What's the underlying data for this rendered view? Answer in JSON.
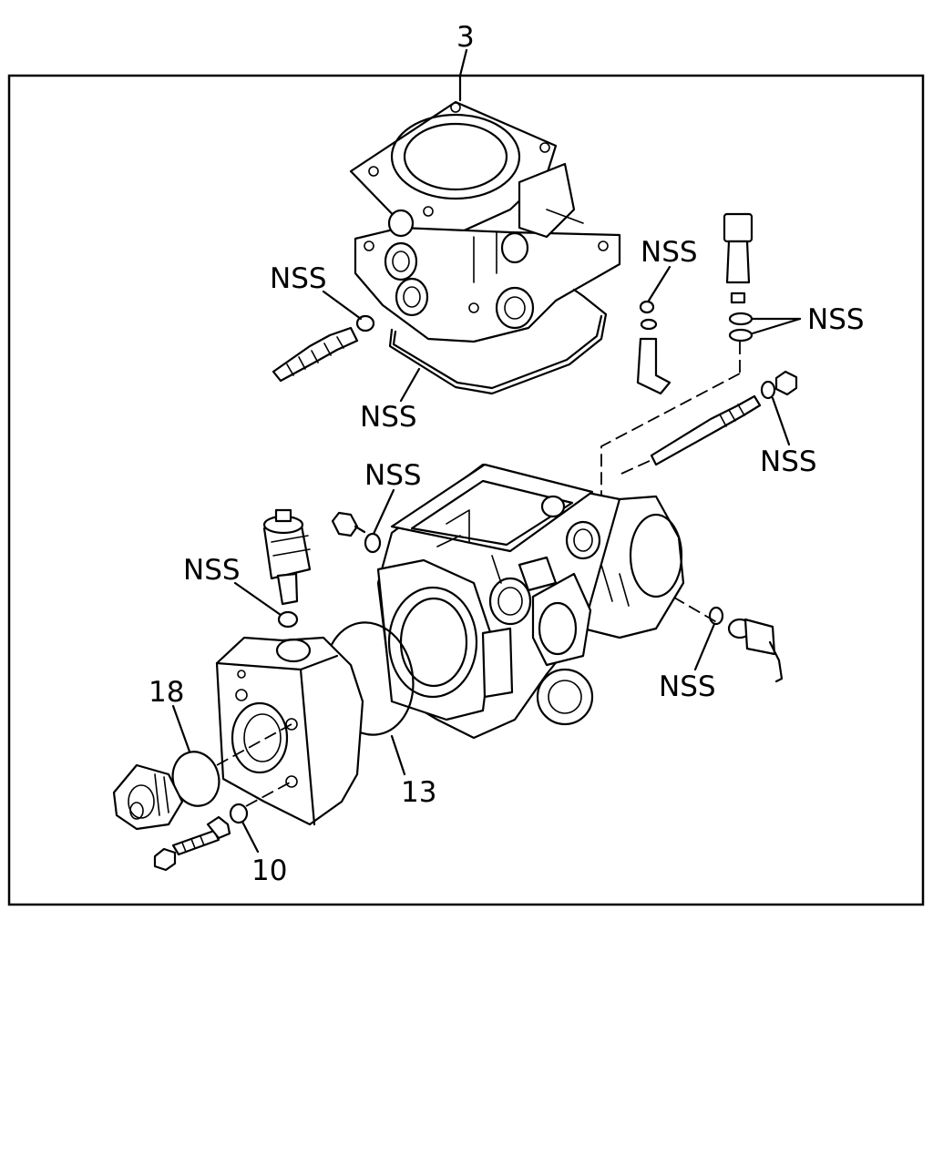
{
  "callouts": {
    "assembly": "3",
    "part_18": "18",
    "part_13": "13",
    "part_10": "10",
    "nss": "NSS"
  }
}
